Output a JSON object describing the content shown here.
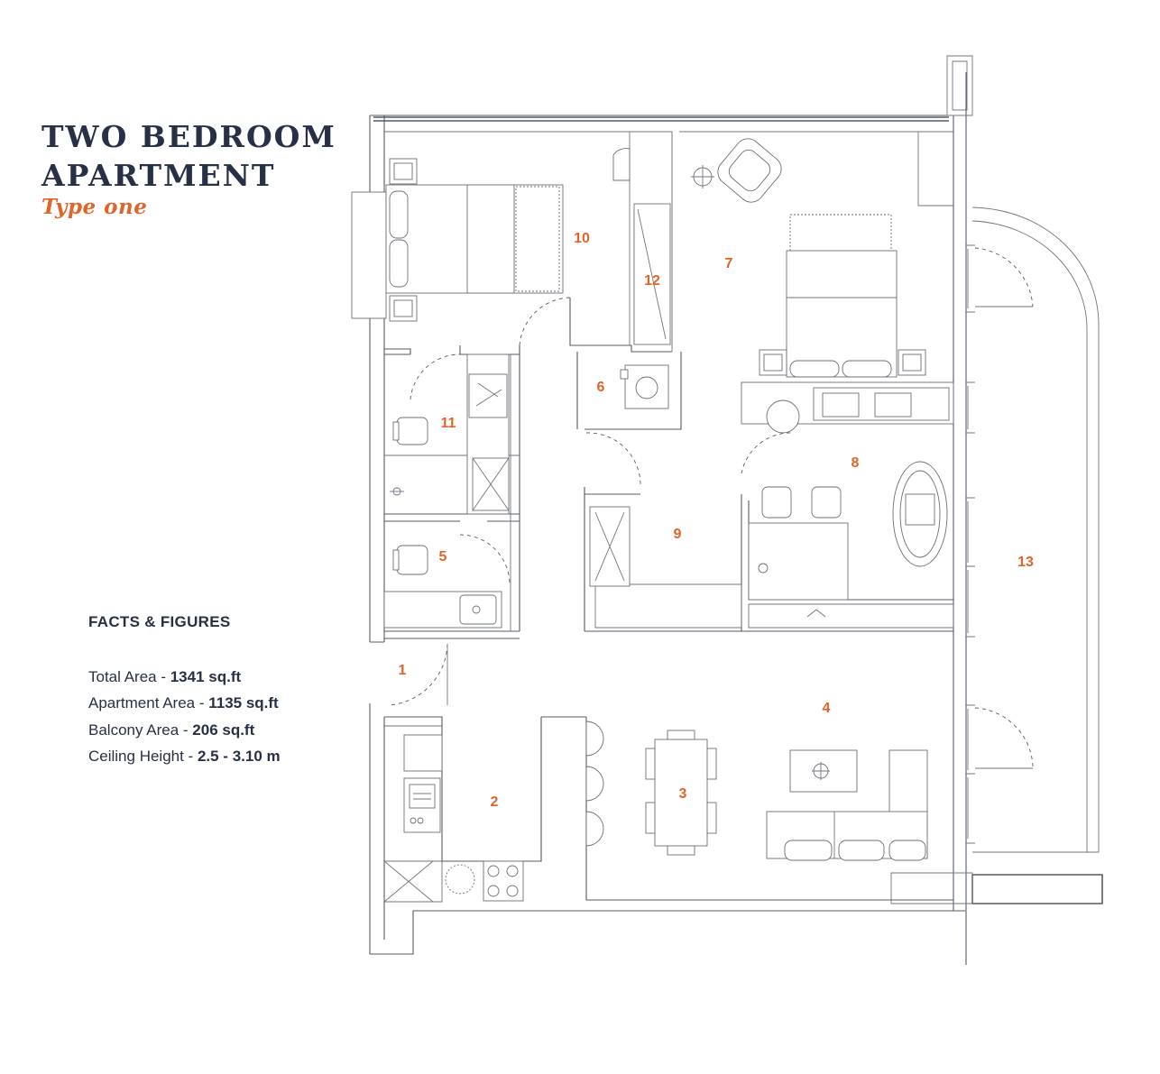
{
  "header": {
    "title_line1": "TWO BEDROOM",
    "title_line2": "APARTMENT",
    "subtitle": "Type one"
  },
  "facts": {
    "heading": "FACTS & FIGURES",
    "items": [
      {
        "label": "Total Area - ",
        "value": "1341 sq.ft"
      },
      {
        "label": "Apartment Area - ",
        "value": "1135 sq.ft"
      },
      {
        "label": "Balcony Area - ",
        "value": "206 sq.ft"
      },
      {
        "label": "Ceiling Height - ",
        "value": "2.5 - 3.10 m"
      }
    ]
  },
  "rooms": [
    "1",
    "2",
    "3",
    "4",
    "5",
    "6",
    "7",
    "8",
    "9",
    "10",
    "11",
    "12",
    "13"
  ],
  "colors": {
    "title": "#283045",
    "accent": "#e0652a",
    "line": "#555b66"
  }
}
